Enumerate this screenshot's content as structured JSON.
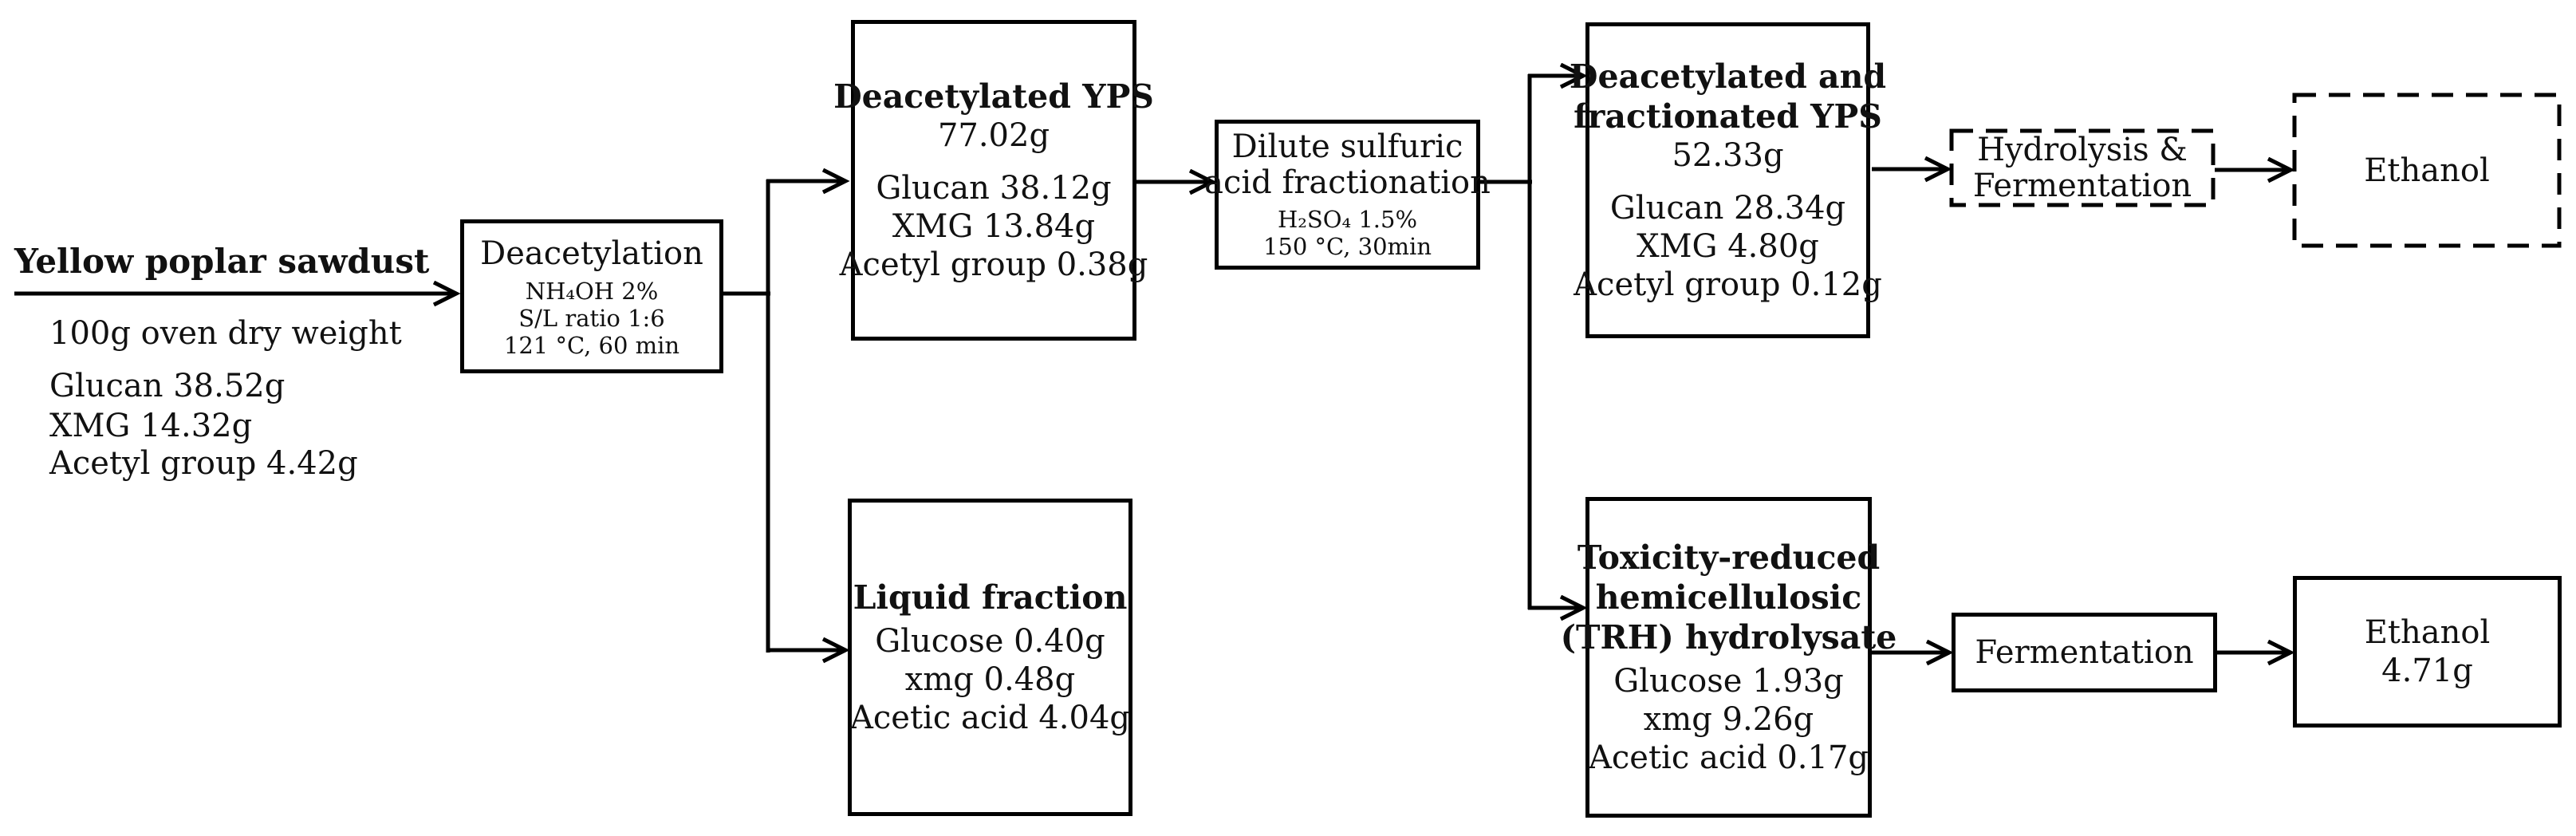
{
  "diagram": {
    "source": {
      "title": "Yellow poplar sawdust",
      "weight": "100g oven dry weight",
      "components": [
        "Glucan 38.52g",
        "XMG 14.32g",
        "Acetyl group 4.42g"
      ]
    },
    "deacetylation": {
      "title": "Deacetylation",
      "conditions": [
        "NH₄OH 2%",
        "S/L ratio 1:6",
        "121 °C, 60 min"
      ]
    },
    "deacetylated_yps": {
      "title": "Deacetylated YPS",
      "weight": "77.02g",
      "components": [
        "Glucan 38.12g",
        "XMG 13.84g",
        "Acetyl group 0.38g"
      ]
    },
    "fractionation": {
      "title_lines": [
        "Dilute sulfuric",
        "acid fractionation"
      ],
      "conditions": [
        "H₂SO₄ 1.5%",
        "150 °C, 30min"
      ]
    },
    "deacetylated_fractionated_yps": {
      "title_lines": [
        "Deacetylated and",
        "fractionated YPS"
      ],
      "weight": "52.33g",
      "components": [
        "Glucan 28.34g",
        "XMG 4.80g",
        "Acetyl group 0.12g"
      ]
    },
    "hydrolysis_fermentation": {
      "title_lines": [
        "Hydrolysis &",
        "Fermentation"
      ]
    },
    "ethanol_top": {
      "title": "Ethanol"
    },
    "liquid_fraction": {
      "title": "Liquid fraction",
      "components": [
        "Glucose 0.40g",
        "xmg 0.48g",
        "Acetic acid 4.04g"
      ]
    },
    "trh_hydrolysate": {
      "title_lines": [
        "Toxicity-reduced",
        "hemicellulosic",
        "(TRH) hydrolysate"
      ],
      "components": [
        "Glucose 1.93g",
        "xmg 9.26g",
        "Acetic acid 0.17g"
      ]
    },
    "fermentation": {
      "title": "Fermentation"
    },
    "ethanol_bottom": {
      "title": "Ethanol",
      "weight": "4.71g"
    },
    "colors": {
      "line": "#000000",
      "background": "#ffffff",
      "text": "#111111"
    }
  }
}
